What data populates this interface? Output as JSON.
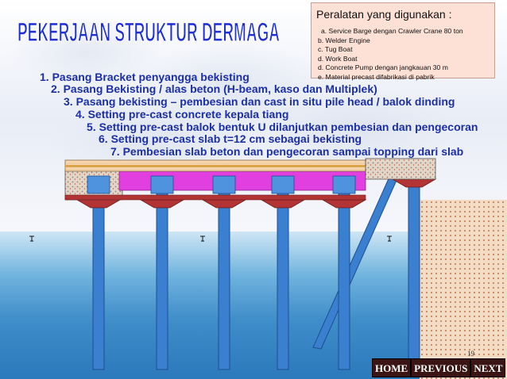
{
  "title": "PEKERJAAN STRUKTUR DERMAGA",
  "tools_box": {
    "heading": "Peralatan yang digunakan :",
    "items": [
      "a. Service Barge dengan Crawler Crane 80 ton",
      "b. Welder Engine",
      "c. Tug Boat",
      "d. Work Boat",
      "d. Concrete Pump dengan jangkauan 30 m",
      "e. Material precast difabrikasi di pabrik"
    ]
  },
  "steps": [
    "1. Pasang Bracket penyangga bekisting",
    "2. Pasang Bekisting / alas beton (H-beam, kaso dan Multiplek)",
    "3. Pasang bekisting – pembesian dan cast in situ pile head / balok dinding",
    "4. Setting pre-cast concrete kepala tiang",
    "5. Setting pre-cast balok bentuk U dilanjutkan pembesian dan pengecoran",
    "6. Setting pre-cast slab t=12 cm sebagai bekisting",
    "7. Pembesian slab beton dan pengecoran sampai topping dari slab"
  ],
  "colors": {
    "title_fill": "#1f2fd6",
    "step_text": "#1b2fa6",
    "pile": "#3b7fd1",
    "beam_magenta": "#e13fe0",
    "bracket": "#b23434",
    "nav_bg": "#3b1414"
  },
  "page_number": "19",
  "nav": {
    "home": "HOME",
    "previous": "PREVIOUS",
    "next": "NEXT"
  }
}
